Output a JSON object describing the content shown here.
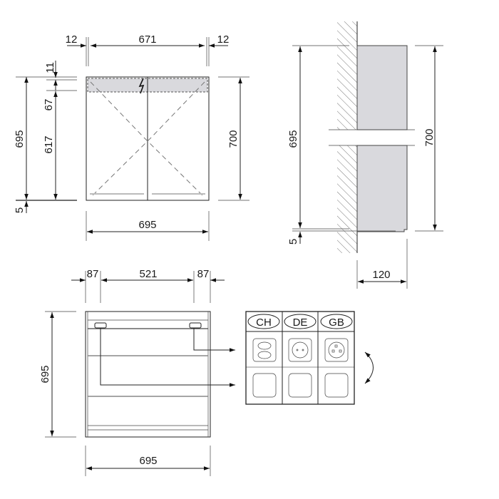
{
  "front_view": {
    "dims": {
      "side_left": "12",
      "inner_width": "671",
      "side_right": "12",
      "top_gap": "11",
      "light_height": "67",
      "door_height": "617",
      "body_height": "695",
      "bottom_offset": "5",
      "total_height": "700",
      "width": "695"
    },
    "icons": [
      "lightning-icon"
    ]
  },
  "side_view": {
    "dims": {
      "body_height": "695",
      "bottom_offset": "5",
      "total_height": "700",
      "depth": "120"
    }
  },
  "interior_view": {
    "dims": {
      "left_offset": "87",
      "socket_spacing": "521",
      "right_offset": "87",
      "height": "695",
      "width": "695"
    }
  },
  "socket_table": {
    "columns": [
      "CH",
      "DE",
      "GB"
    ],
    "icons": [
      "swiss-socket-icon",
      "schuko-socket-icon",
      "uk-socket-icon",
      "blank-plate-icon",
      "rotate-arrow-icon"
    ]
  },
  "colors": {
    "panel_gray": "#d9d9dd",
    "line": "#222222"
  }
}
